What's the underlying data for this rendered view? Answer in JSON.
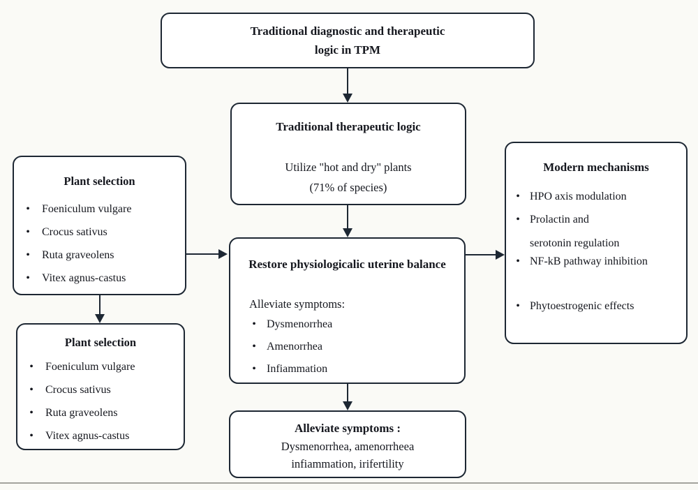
{
  "figure": {
    "background": "#fafaf6",
    "box_fill": "#ffffff",
    "border_color": "#1d2733",
    "text_color": "#15171e",
    "bottom_rule_color": "#a3a39d",
    "bullet_glyph": "•"
  },
  "boxes": {
    "diagnostic": {
      "line1": "Traditional diagnostic and therapeutic",
      "line2": "logic in TPM"
    },
    "therapeutic": {
      "title": "Traditional therapeutic logic",
      "line1": "Utilize \"hot and dry\" plants",
      "line2": "(71% of species)"
    },
    "plant_selection_top": {
      "title": "Plant selection",
      "items": [
        "Foeniculum vulgare",
        "Crocus sativus",
        "Ruta graveolens",
        "Vitex agnus-castus"
      ]
    },
    "plant_selection_bottom": {
      "title": "Plant selection",
      "items": [
        "Foeniculum vulgare",
        "Crocus sativus",
        "Ruta graveolens",
        "Vitex agnus-castus"
      ]
    },
    "restore": {
      "title": "Restore physiologicalic uterine balance",
      "subtitle": "Alleviate symptoms:",
      "items": [
        "Dysmenorrhea",
        "Amenorrhea",
        "Infiammation"
      ]
    },
    "mechanisms": {
      "title": "Modern mechanisms",
      "items": [
        {
          "line1": "HPO axis modulation"
        },
        {
          "line1": "Prolactin and",
          "line2": "serotonin regulation"
        },
        {
          "line1": "NF-kB pathway inhibition"
        },
        {
          "line1": "Phytoestrogenic effects"
        }
      ]
    },
    "alleviate": {
      "title": "Alleviate symptoms :",
      "line1": "Dysmenorrhea, amenorrheea",
      "line2": "infiammation, irifertility"
    }
  }
}
